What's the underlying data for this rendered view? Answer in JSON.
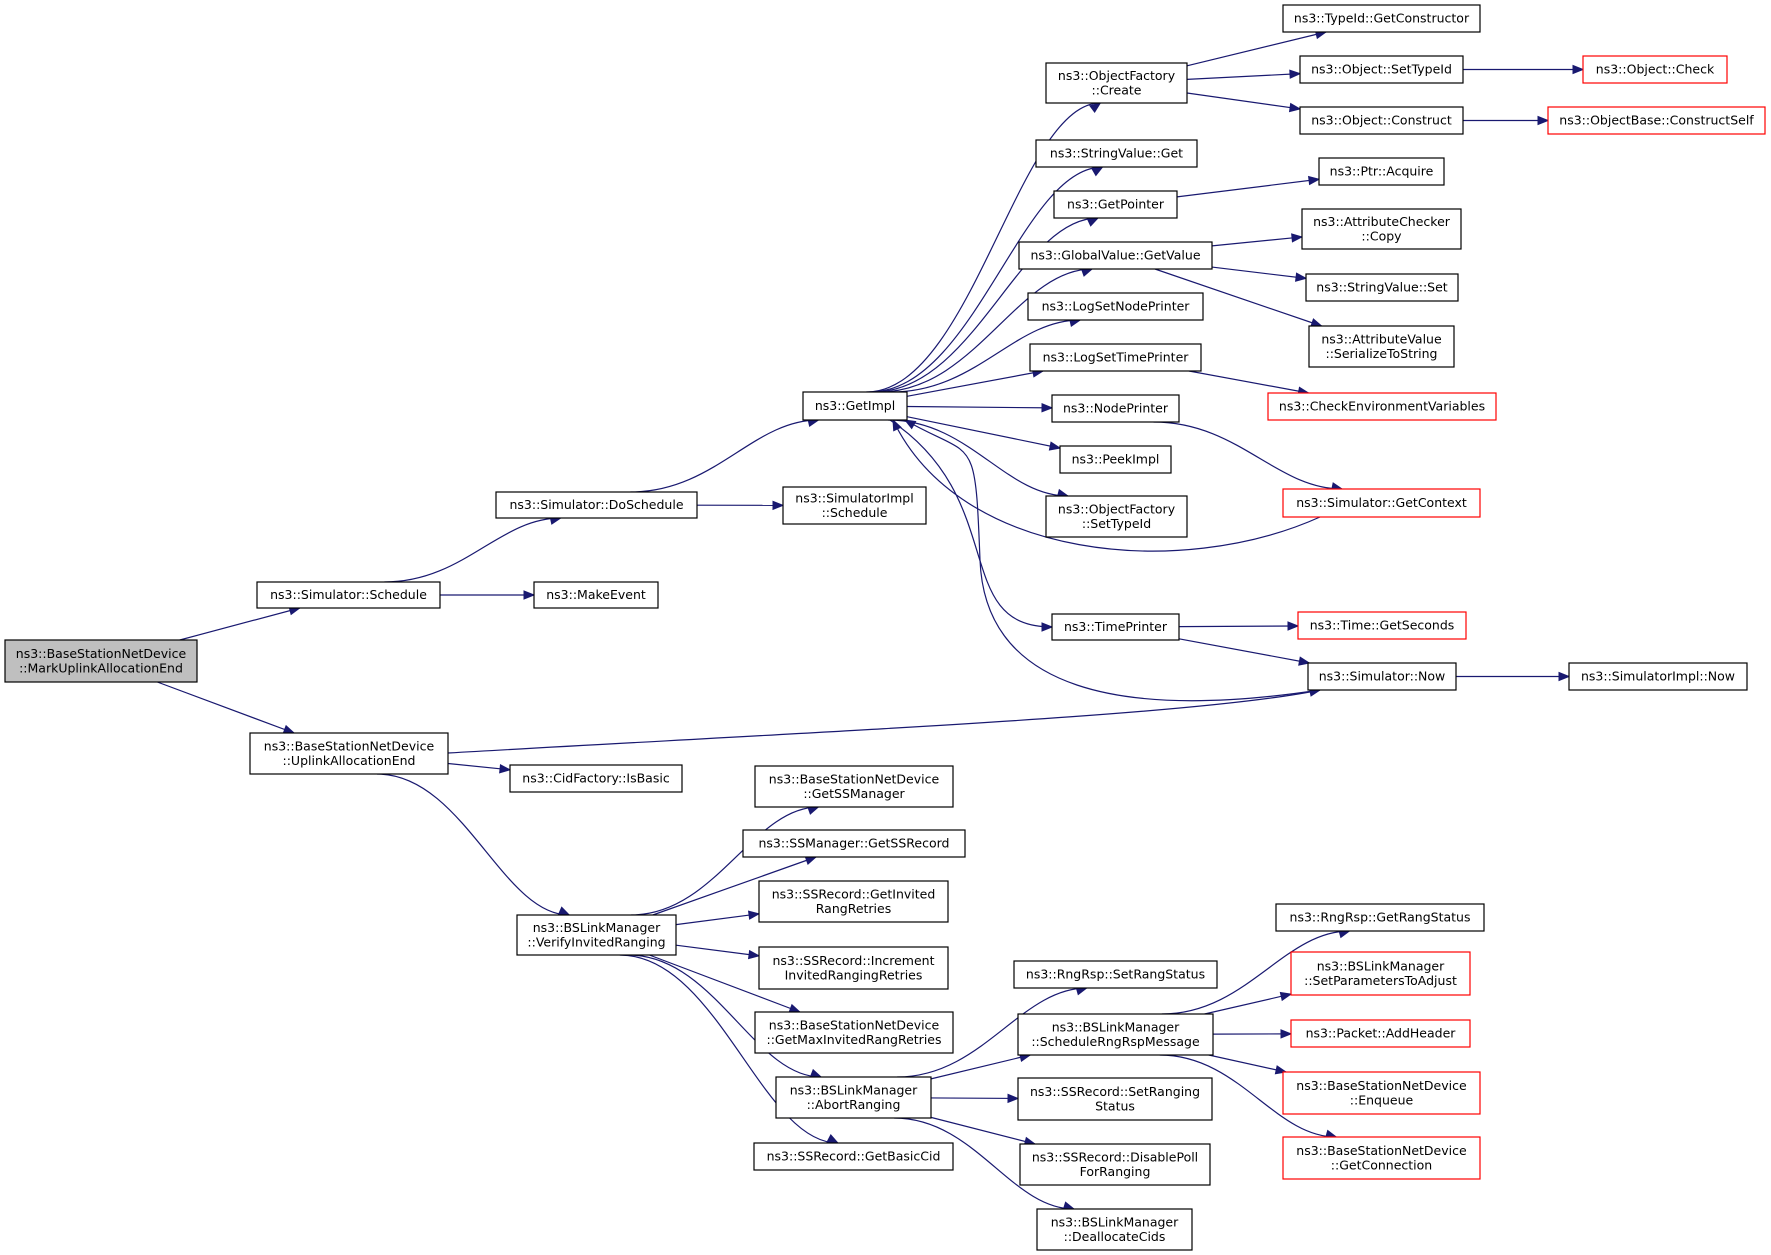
{
  "colors": {
    "edge": "#191970",
    "border_normal": "#000000",
    "border_truncated": "#ff0000",
    "fill_root": "#bfbfbf",
    "fill_normal": "#ffffff"
  },
  "nodes": [
    {
      "id": "root",
      "lines": [
        "ns3::BaseStationNetDevice",
        "::MarkUplinkAllocationEnd"
      ],
      "kind": "root"
    },
    {
      "id": "sim_schedule",
      "lines": [
        "ns3::Simulator::Schedule"
      ],
      "kind": "normal"
    },
    {
      "id": "uplink_end",
      "lines": [
        "ns3::BaseStationNetDevice",
        "::UplinkAllocationEnd"
      ],
      "kind": "normal"
    },
    {
      "id": "do_schedule",
      "lines": [
        "ns3::Simulator::DoSchedule"
      ],
      "kind": "normal"
    },
    {
      "id": "make_event",
      "lines": [
        "ns3::MakeEvent"
      ],
      "kind": "normal"
    },
    {
      "id": "get_impl",
      "lines": [
        "ns3::GetImpl"
      ],
      "kind": "normal"
    },
    {
      "id": "simimpl_schedule",
      "lines": [
        "ns3::SimulatorImpl",
        "::Schedule"
      ],
      "kind": "normal"
    },
    {
      "id": "of_create",
      "lines": [
        "ns3::ObjectFactory",
        "::Create"
      ],
      "kind": "normal"
    },
    {
      "id": "strval_get",
      "lines": [
        "ns3::StringValue::Get"
      ],
      "kind": "normal"
    },
    {
      "id": "get_pointer",
      "lines": [
        "ns3::GetPointer"
      ],
      "kind": "normal"
    },
    {
      "id": "gv_getvalue",
      "lines": [
        "ns3::GlobalValue::GetValue"
      ],
      "kind": "normal"
    },
    {
      "id": "log_node_printer",
      "lines": [
        "ns3::LogSetNodePrinter"
      ],
      "kind": "normal"
    },
    {
      "id": "log_time_printer",
      "lines": [
        "ns3::LogSetTimePrinter"
      ],
      "kind": "normal"
    },
    {
      "id": "node_printer",
      "lines": [
        "ns3::NodePrinter"
      ],
      "kind": "normal"
    },
    {
      "id": "peek_impl",
      "lines": [
        "ns3::PeekImpl"
      ],
      "kind": "normal"
    },
    {
      "id": "of_settypeid",
      "lines": [
        "ns3::ObjectFactory",
        "::SetTypeId"
      ],
      "kind": "normal"
    },
    {
      "id": "time_printer",
      "lines": [
        "ns3::TimePrinter"
      ],
      "kind": "normal"
    },
    {
      "id": "typeid_getctor",
      "lines": [
        "ns3::TypeId::GetConstructor"
      ],
      "kind": "normal"
    },
    {
      "id": "obj_settypeid",
      "lines": [
        "ns3::Object::SetTypeId"
      ],
      "kind": "normal"
    },
    {
      "id": "obj_construct",
      "lines": [
        "ns3::Object::Construct"
      ],
      "kind": "normal"
    },
    {
      "id": "obj_check",
      "lines": [
        "ns3::Object::Check"
      ],
      "kind": "truncated"
    },
    {
      "id": "objbase_construct",
      "lines": [
        "ns3::ObjectBase::ConstructSelf"
      ],
      "kind": "truncated"
    },
    {
      "id": "ptr_acquire",
      "lines": [
        "ns3::Ptr::Acquire"
      ],
      "kind": "normal"
    },
    {
      "id": "attr_checker_copy",
      "lines": [
        "ns3::AttributeChecker",
        "::Copy"
      ],
      "kind": "normal"
    },
    {
      "id": "strval_set",
      "lines": [
        "ns3::StringValue::Set"
      ],
      "kind": "normal"
    },
    {
      "id": "attrval_serialize",
      "lines": [
        "ns3::AttributeValue",
        "::SerializeToString"
      ],
      "kind": "normal"
    },
    {
      "id": "check_env",
      "lines": [
        "ns3::CheckEnvironmentVariables"
      ],
      "kind": "truncated"
    },
    {
      "id": "sim_getcontext",
      "lines": [
        "ns3::Simulator::GetContext"
      ],
      "kind": "truncated"
    },
    {
      "id": "time_getseconds",
      "lines": [
        "ns3::Time::GetSeconds"
      ],
      "kind": "truncated"
    },
    {
      "id": "sim_now",
      "lines": [
        "ns3::Simulator::Now"
      ],
      "kind": "normal"
    },
    {
      "id": "simimpl_now",
      "lines": [
        "ns3::SimulatorImpl::Now"
      ],
      "kind": "normal"
    },
    {
      "id": "cidfactory_isbasic",
      "lines": [
        "ns3::CidFactory::IsBasic"
      ],
      "kind": "normal"
    },
    {
      "id": "verify_ranging",
      "lines": [
        "ns3::BSLinkManager",
        "::VerifyInvitedRanging"
      ],
      "kind": "normal"
    },
    {
      "id": "bs_getssmanager",
      "lines": [
        "ns3::BaseStationNetDevice",
        "::GetSSManager"
      ],
      "kind": "normal"
    },
    {
      "id": "ssm_getssrecord",
      "lines": [
        "ns3::SSManager::GetSSRecord"
      ],
      "kind": "normal"
    },
    {
      "id": "ssr_getinvited",
      "lines": [
        "ns3::SSRecord::GetInvited",
        "RangRetries"
      ],
      "kind": "normal"
    },
    {
      "id": "ssr_increment",
      "lines": [
        "ns3::SSRecord::Increment",
        "InvitedRangingRetries"
      ],
      "kind": "normal"
    },
    {
      "id": "bs_getmaxinvited",
      "lines": [
        "ns3::BaseStationNetDevice",
        "::GetMaxInvitedRangRetries"
      ],
      "kind": "normal"
    },
    {
      "id": "abort_ranging",
      "lines": [
        "ns3::BSLinkManager",
        "::AbortRanging"
      ],
      "kind": "normal"
    },
    {
      "id": "ssr_getbasiccid",
      "lines": [
        "ns3::SSRecord::GetBasicCid"
      ],
      "kind": "normal"
    },
    {
      "id": "rngrsp_setstatus",
      "lines": [
        "ns3::RngRsp::SetRangStatus"
      ],
      "kind": "normal"
    },
    {
      "id": "schedule_rngrsp",
      "lines": [
        "ns3::BSLinkManager",
        "::ScheduleRngRspMessage"
      ],
      "kind": "normal"
    },
    {
      "id": "ssr_setranging",
      "lines": [
        "ns3::SSRecord::SetRanging",
        "Status"
      ],
      "kind": "normal"
    },
    {
      "id": "ssr_disablepoll",
      "lines": [
        "ns3::SSRecord::DisablePoll",
        "ForRanging"
      ],
      "kind": "normal"
    },
    {
      "id": "dealloc_cids",
      "lines": [
        "ns3::BSLinkManager",
        "::DeallocateCids"
      ],
      "kind": "normal"
    },
    {
      "id": "rngrsp_getstatus",
      "lines": [
        "ns3::RngRsp::GetRangStatus"
      ],
      "kind": "normal"
    },
    {
      "id": "set_params",
      "lines": [
        "ns3::BSLinkManager",
        "::SetParametersToAdjust"
      ],
      "kind": "truncated"
    },
    {
      "id": "packet_addheader",
      "lines": [
        "ns3::Packet::AddHeader"
      ],
      "kind": "truncated"
    },
    {
      "id": "bs_enqueue",
      "lines": [
        "ns3::BaseStationNetDevice",
        "::Enqueue"
      ],
      "kind": "truncated"
    },
    {
      "id": "bs_getconnection",
      "lines": [
        "ns3::BaseStationNetDevice",
        "::GetConnection"
      ],
      "kind": "truncated"
    }
  ],
  "edges": [
    {
      "from": "root",
      "to": "sim_schedule"
    },
    {
      "from": "root",
      "to": "uplink_end"
    },
    {
      "from": "sim_schedule",
      "to": "do_schedule"
    },
    {
      "from": "sim_schedule",
      "to": "make_event"
    },
    {
      "from": "do_schedule",
      "to": "get_impl"
    },
    {
      "from": "do_schedule",
      "to": "simimpl_schedule"
    },
    {
      "from": "get_impl",
      "to": "of_create"
    },
    {
      "from": "get_impl",
      "to": "strval_get"
    },
    {
      "from": "get_impl",
      "to": "get_pointer"
    },
    {
      "from": "get_impl",
      "to": "gv_getvalue"
    },
    {
      "from": "get_impl",
      "to": "log_node_printer"
    },
    {
      "from": "get_impl",
      "to": "log_time_printer"
    },
    {
      "from": "get_impl",
      "to": "node_printer"
    },
    {
      "from": "get_impl",
      "to": "peek_impl"
    },
    {
      "from": "get_impl",
      "to": "of_settypeid"
    },
    {
      "from": "get_impl",
      "to": "time_printer"
    },
    {
      "from": "of_create",
      "to": "typeid_getctor"
    },
    {
      "from": "of_create",
      "to": "obj_settypeid"
    },
    {
      "from": "of_create",
      "to": "obj_construct"
    },
    {
      "from": "obj_settypeid",
      "to": "obj_check"
    },
    {
      "from": "obj_construct",
      "to": "objbase_construct"
    },
    {
      "from": "get_pointer",
      "to": "ptr_acquire"
    },
    {
      "from": "gv_getvalue",
      "to": "attr_checker_copy"
    },
    {
      "from": "gv_getvalue",
      "to": "strval_set"
    },
    {
      "from": "gv_getvalue",
      "to": "attrval_serialize"
    },
    {
      "from": "log_time_printer",
      "to": "check_env"
    },
    {
      "from": "node_printer",
      "to": "sim_getcontext"
    },
    {
      "from": "sim_getcontext",
      "to": "get_impl"
    },
    {
      "from": "time_printer",
      "to": "time_getseconds"
    },
    {
      "from": "time_printer",
      "to": "sim_now"
    },
    {
      "from": "sim_now",
      "to": "get_impl"
    },
    {
      "from": "sim_now",
      "to": "simimpl_now"
    },
    {
      "from": "uplink_end",
      "to": "sim_now"
    },
    {
      "from": "uplink_end",
      "to": "cidfactory_isbasic"
    },
    {
      "from": "uplink_end",
      "to": "verify_ranging"
    },
    {
      "from": "verify_ranging",
      "to": "bs_getssmanager"
    },
    {
      "from": "verify_ranging",
      "to": "ssm_getssrecord"
    },
    {
      "from": "verify_ranging",
      "to": "ssr_getinvited"
    },
    {
      "from": "verify_ranging",
      "to": "ssr_increment"
    },
    {
      "from": "verify_ranging",
      "to": "bs_getmaxinvited"
    },
    {
      "from": "verify_ranging",
      "to": "abort_ranging"
    },
    {
      "from": "verify_ranging",
      "to": "ssr_getbasiccid"
    },
    {
      "from": "abort_ranging",
      "to": "rngrsp_setstatus"
    },
    {
      "from": "abort_ranging",
      "to": "schedule_rngrsp"
    },
    {
      "from": "abort_ranging",
      "to": "ssr_setranging"
    },
    {
      "from": "abort_ranging",
      "to": "ssr_disablepoll"
    },
    {
      "from": "abort_ranging",
      "to": "dealloc_cids"
    },
    {
      "from": "schedule_rngrsp",
      "to": "rngrsp_getstatus"
    },
    {
      "from": "schedule_rngrsp",
      "to": "set_params"
    },
    {
      "from": "schedule_rngrsp",
      "to": "packet_addheader"
    },
    {
      "from": "schedule_rngrsp",
      "to": "bs_enqueue"
    },
    {
      "from": "schedule_rngrsp",
      "to": "bs_getconnection"
    }
  ]
}
